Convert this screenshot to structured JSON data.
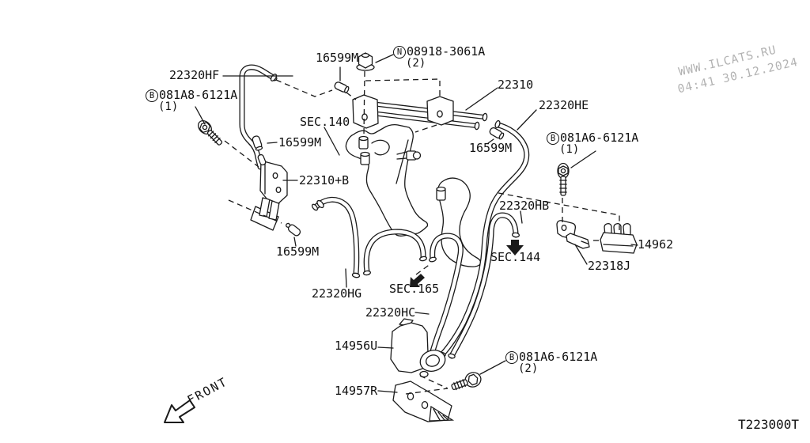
{
  "meta": {
    "background": "#ffffff",
    "line_color": "#1a1a1a",
    "watermark_color": "#b2b2b2"
  },
  "watermark": {
    "line1": "WWW.ILCATS.RU",
    "line2": "04:41 30.12.2024"
  },
  "diagram": {
    "code": "T223000T",
    "front_label": "FRONT",
    "labels": [
      {
        "id": "22320HF",
        "text": "22320HF"
      },
      {
        "id": "B081A8-6121A",
        "prefix": "B",
        "text": "081A8-6121A",
        "qty": "(1)"
      },
      {
        "id": "16599M-top",
        "text": "16599M"
      },
      {
        "id": "N08918-3061A",
        "prefix": "N",
        "text": "08918-3061A",
        "qty": "(2)"
      },
      {
        "id": "22310",
        "text": "22310"
      },
      {
        "id": "22320HE",
        "text": "22320HE"
      },
      {
        "id": "SEC140",
        "text": "SEC.140"
      },
      {
        "id": "16599M-left",
        "text": "16599M"
      },
      {
        "id": "16599M-right",
        "text": "16599M"
      },
      {
        "id": "B081A6-6121A-1",
        "prefix": "B",
        "text": "081A6-6121A",
        "qty": "(1)"
      },
      {
        "id": "22310B",
        "text": "22310+B"
      },
      {
        "id": "22320HB",
        "text": "22320HB"
      },
      {
        "id": "16599M-bottom",
        "text": "16599M"
      },
      {
        "id": "14962",
        "text": "14962"
      },
      {
        "id": "SEC144",
        "text": "SEC.144"
      },
      {
        "id": "22318J",
        "text": "22318J"
      },
      {
        "id": "22320HG",
        "text": "22320HG"
      },
      {
        "id": "SEC165",
        "text": "SEC.165"
      },
      {
        "id": "22320HC",
        "text": "22320HC"
      },
      {
        "id": "14956U",
        "text": "14956U"
      },
      {
        "id": "B081A6-6121A-2",
        "prefix": "B",
        "text": "081A6-6121A",
        "qty": "(2)"
      },
      {
        "id": "14957R",
        "text": "14957R"
      }
    ]
  }
}
